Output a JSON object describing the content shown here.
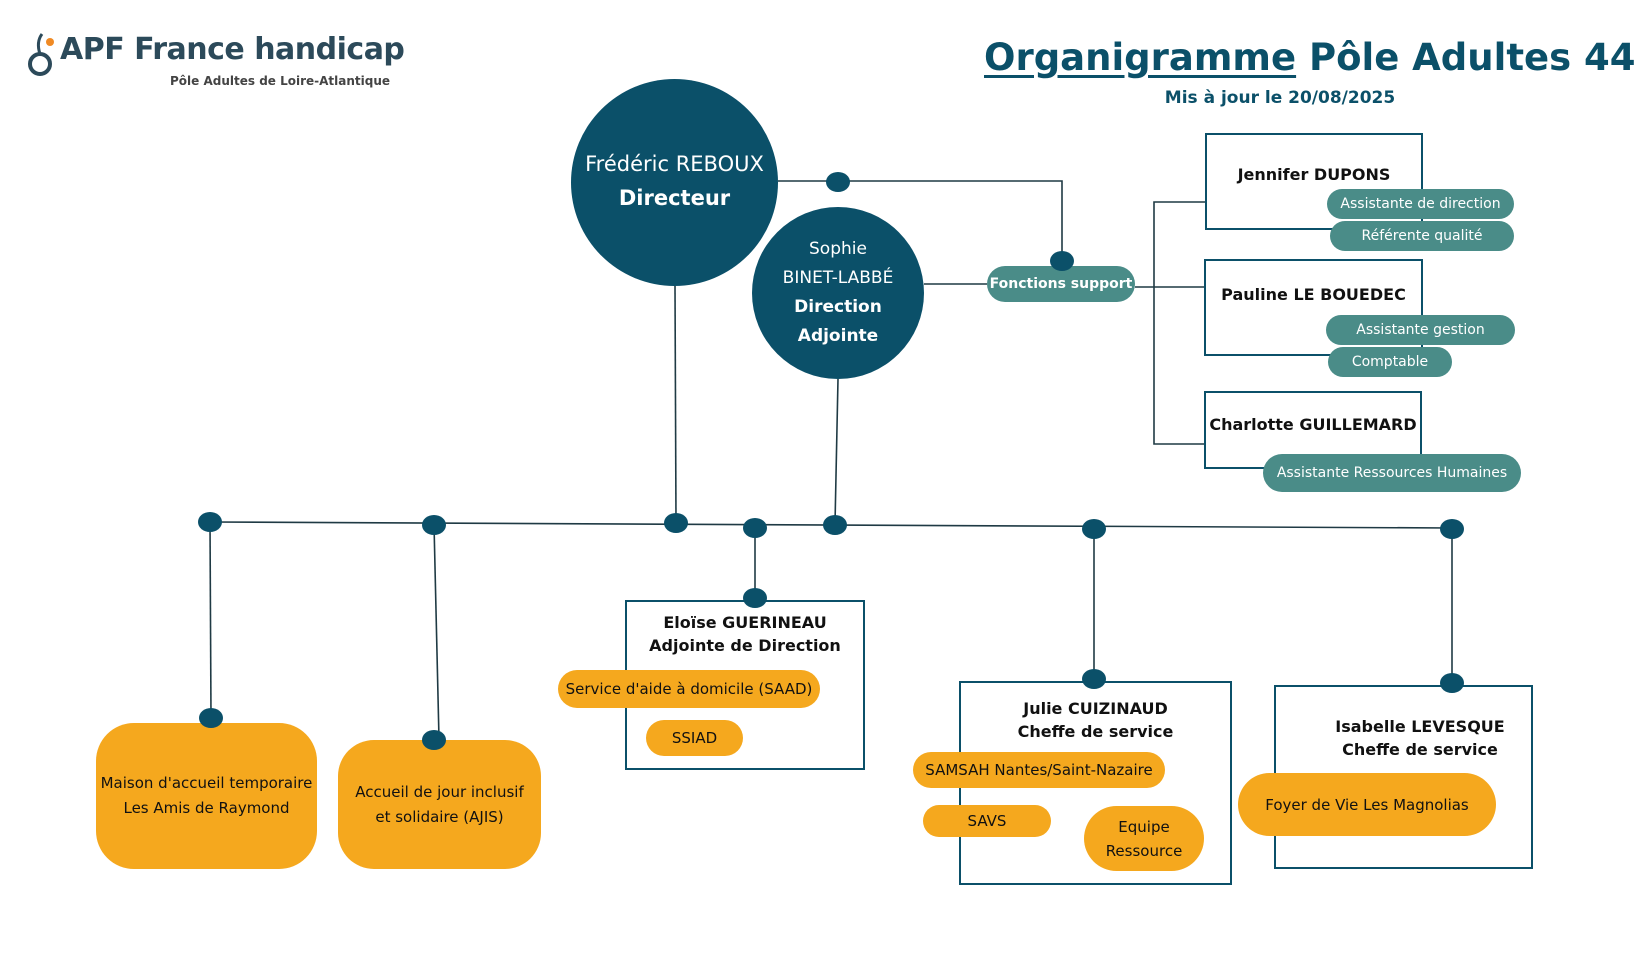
{
  "header": {
    "logo_name": "APF France handicap",
    "logo_sub": "Pôle Adultes de Loire-Atlantique",
    "title_underlined": "Organigramme",
    "title_rest": " Pôle Adultes 44",
    "updated": "Mis à jour le 20/08/2025"
  },
  "director": {
    "name": "Frédéric REBOUX",
    "role": "Directeur"
  },
  "deputy": {
    "first": "Sophie",
    "last": "BINET-LABBÉ",
    "role1": "Direction",
    "role2": "Adjointe"
  },
  "support": {
    "label": "Fonctions support",
    "people": [
      {
        "name": "Jennifer DUPONS",
        "roles": [
          "Assistante de direction",
          "Référente qualité"
        ]
      },
      {
        "name": "Pauline LE BOUEDEC",
        "roles": [
          "Assistante gestion",
          "Comptable"
        ]
      },
      {
        "name": "Charlotte GUILLEMARD",
        "roles": [
          "Assistante Ressources Humaines"
        ]
      }
    ]
  },
  "units": {
    "maison": [
      "Maison d'accueil temporaire",
      "Les Amis de Raymond"
    ],
    "ajis": [
      "Accueil de jour inclusif",
      "et solidaire (AJIS)"
    ],
    "eloise": {
      "name": "Eloïse GUERINEAU",
      "role": "Adjointe de Direction",
      "services": [
        "Service d'aide à domicile (SAAD)",
        "SSIAD"
      ]
    },
    "julie": {
      "name": "Julie CUIZINAUD",
      "role": "Cheffe de service",
      "services": [
        "SAMSAH Nantes/Saint-Nazaire",
        "SAVS",
        "Equipe",
        "Ressource"
      ]
    },
    "isabelle": {
      "name": "Isabelle LEVESQUE",
      "role": "Cheffe de service",
      "services": [
        "Foyer de Vie Les Magnolias"
      ]
    }
  },
  "colors": {
    "navy": "#0b5069",
    "teal": "#4a8c88",
    "orange": "#f5a81e"
  }
}
